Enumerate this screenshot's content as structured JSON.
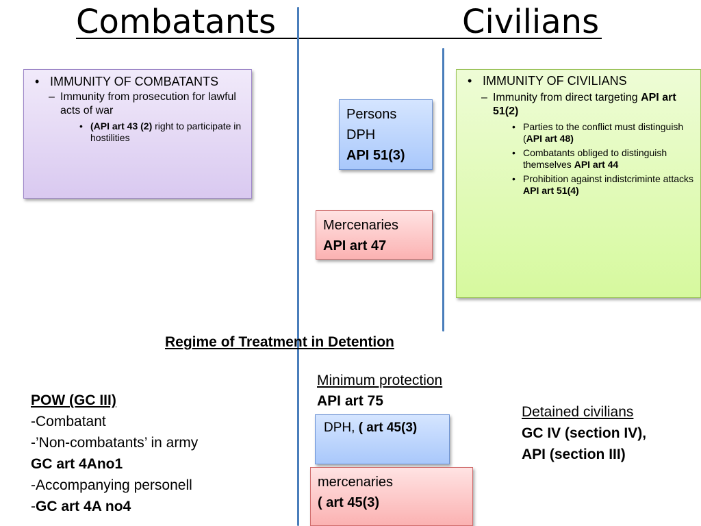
{
  "titles": {
    "left": "Combatants",
    "right": "Civilians"
  },
  "combatants_box": {
    "heading": "IMMUNITY OF COMBATANTS",
    "sub": "Immunity from prosecution for lawful acts of war",
    "detail_ref": "(API art 43 (2)",
    "detail_rest": " right to participate in hostilities"
  },
  "civilians_box": {
    "heading": "IMMUNITY OF CIVILIANS",
    "sub_prefix": "Immunity from direct targeting ",
    "sub_ref": "API art 51(2)",
    "items": [
      {
        "text": "Parties to the conflict must distinguish (",
        "ref": "API art 48)"
      },
      {
        "text": "Combatants obliged to distinguish themselves ",
        "ref": "API art 44"
      },
      {
        "text": "Prohibition against indistcriminte attacks ",
        "ref": "API art 51(4)"
      }
    ]
  },
  "persons_dph": {
    "line1": "Persons",
    "line2": "DPH",
    "line3": "API 51(3)"
  },
  "mercenaries_top": {
    "line1": "Mercenaries",
    "line2": "API art 47"
  },
  "regime_heading": "Regime of Treatment in Detention",
  "min_protection": {
    "line1": "Minimum protection",
    "line2": "API art 75"
  },
  "dph_bottom": {
    "prefix": "DPH, ",
    "ref": "( art 45(3)"
  },
  "mercenaries_bottom": {
    "line1": "mercenaries",
    "line2": "( art 45(3)"
  },
  "pow": {
    "heading": "POW (GC III)",
    "line1": "-Combatant",
    "line2": "-’Non-combatants’ in army",
    "line3": "GC art 4Ano1",
    "line4": "-Accompanying personell",
    "line5_dash": "-",
    "line5": "GC art 4A no4"
  },
  "detained_civilians": {
    "heading": "Detained civilians",
    "line1": "GC IV (section IV),",
    "line2": "API (section III)"
  },
  "colors": {
    "divider": "#4a7ebb",
    "purple_box": "#d9c9f0",
    "green_box": "#d6f99e",
    "blue_box": "#a9c8fb",
    "red_box": "#fbb2b2"
  }
}
